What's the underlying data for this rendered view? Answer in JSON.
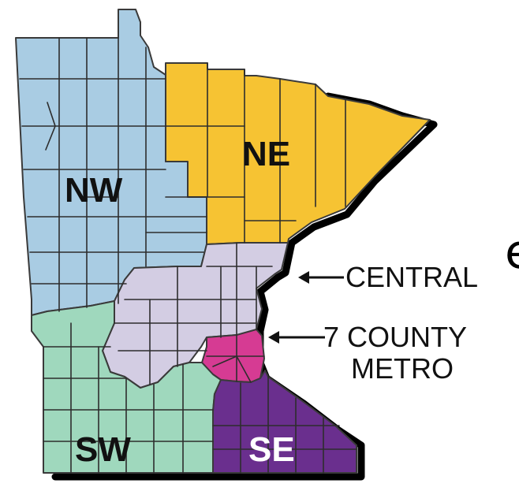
{
  "map": {
    "regions": [
      {
        "id": "nw",
        "label": "NW",
        "color": "#a9cce3",
        "label_color": "#111111"
      },
      {
        "id": "ne",
        "label": "NE",
        "color": "#f6c333",
        "label_color": "#111111"
      },
      {
        "id": "central",
        "label": "",
        "color": "#d3cde3",
        "label_color": "#111111"
      },
      {
        "id": "metro",
        "label": "",
        "color": "#d63b93",
        "label_color": "#111111"
      },
      {
        "id": "sw",
        "label": "SW",
        "color": "#9fd8bd",
        "label_color": "#111111"
      },
      {
        "id": "se",
        "label": "SE",
        "color": "#6a2f8e",
        "label_color": "#ffffff"
      }
    ],
    "callouts": {
      "central": "CENTRAL",
      "metro_line1": "7 COUNTY",
      "metro_line2": "METRO"
    },
    "partial_text": "e"
  }
}
